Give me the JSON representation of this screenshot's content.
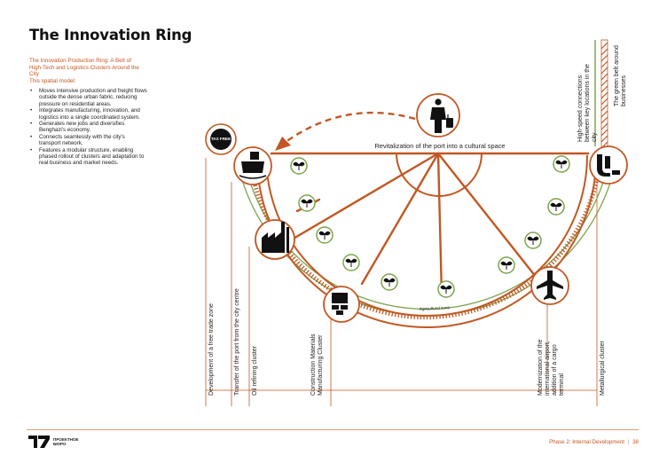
{
  "page": {
    "title": "The Innovation Ring",
    "subtitle_lines": [
      "The Innovation Production Ring: A Belt of",
      "High-Tech and Logistics Clusters Around the",
      "City",
      "This spatial model:"
    ],
    "bullets": [
      [
        "Moves intensive production and freight flows",
        "outside the dense urban fabric, reducing",
        "pressure on residential areas."
      ],
      [
        "Integrates manufacturing, innovation, and",
        "logistics into a single coordinated system."
      ],
      [
        "Generates new jobs and diversifies",
        "Benghazi's economy."
      ],
      [
        "Connects seamlessly with the city's",
        "transport network."
      ],
      [
        "Features a modular structure, enabling",
        "phased rollout of clusters and adaptation to",
        "real business and market needs."
      ]
    ]
  },
  "diagram": {
    "top_label": "Revitalization of the port into a cultural space",
    "agri_label": "Agricultural zone",
    "tax_free_icon_text": "TAX FREE",
    "vertical_labels": {
      "free_trade": "Development of a free trade zone",
      "port_transfer": "Transfer of the port from the city centre",
      "oil": "Oil refining cluster",
      "construction": [
        "Construction Materials",
        "Manufacturing Cluster"
      ],
      "airport": [
        "Modernization of the",
        "international airport,",
        "addition of a cargo",
        "terminal"
      ],
      "metallurgical": "Metallurgical cluster",
      "high_speed": [
        "High-speed connections",
        "between key locations in the",
        "city"
      ],
      "green_belt": [
        "The green belt around",
        "businesses"
      ]
    },
    "colors": {
      "accent": "#c25722",
      "green": "#7aa54a",
      "icon": "#111111"
    }
  },
  "footer": {
    "logo_text": [
      "ПРОЕКТНОЕ",
      "БЮРО"
    ],
    "section": "Phase 2: Internal Development",
    "separator": "|",
    "page_number": "38"
  }
}
